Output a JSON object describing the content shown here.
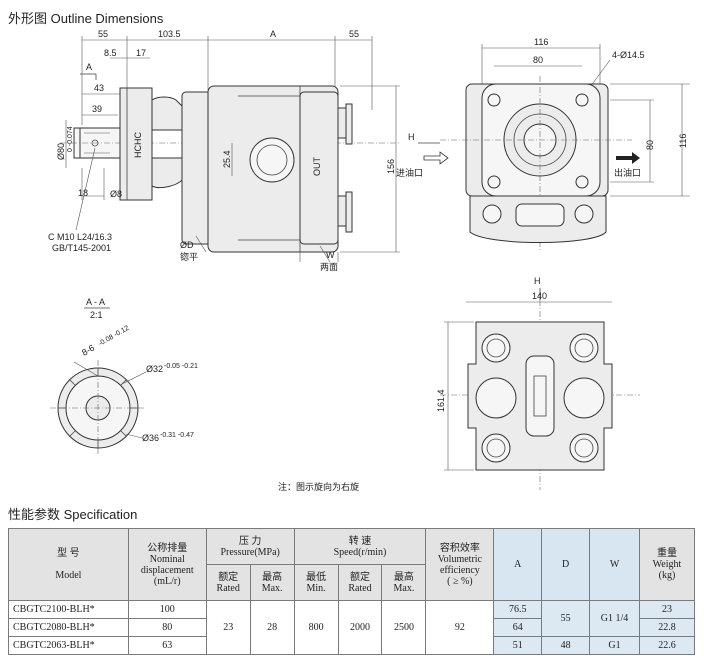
{
  "headings": {
    "outline": "外形图   Outline Dimensions",
    "spec": "性能参数   Specification"
  },
  "drawing": {
    "front_dims": {
      "d55": "55",
      "d103_5": "103.5",
      "dA": "A",
      "d55b": "55",
      "d8_5": "8.5",
      "d17": "17",
      "dA_small": "A",
      "d43": "43",
      "d39": "39",
      "d18": "18",
      "d8": "Ø8",
      "d80": "Ø80",
      "d80_tol": "0 -0.074",
      "d25_4": "25.4",
      "d156": "156",
      "hchc": "HCHC",
      "out": "OUT",
      "thread": "C M10 L24/16.3",
      "thread_std": "GB/T145-2001",
      "phiD": "ØD",
      "phiD_note": "锪平",
      "W": "W",
      "W_note": "两面"
    },
    "side_dims": {
      "d116": "116",
      "d80": "80",
      "holes": "4-Ø14.5",
      "d80v": "80",
      "d116v": "116",
      "H": "H",
      "inlet": "进油口",
      "outlet": "出油口"
    },
    "bottom_dims": {
      "H": "H",
      "d140": "140",
      "d161_4": "161.4",
      "note": "注：图示旋向为右旋"
    },
    "section": {
      "title": "A - A",
      "scale": "2:1",
      "spline": "8-6",
      "spline_tol": "-0.08 -0.12",
      "d32": "Ø32",
      "d32_tol": "-0.05 -0.21",
      "d36": "Ø36",
      "d36_tol": "-0.31 -0.47"
    }
  },
  "spec_table": {
    "headers": {
      "model_cn": "型    号",
      "model_en": "Model",
      "disp_cn": "公称排量",
      "disp_en1": "Nominal",
      "disp_en2": "displacement",
      "disp_unit": "(mL/r)",
      "pressure_cn": "压    力",
      "pressure_en": "Pressure(MPa)",
      "rated_cn": "额定",
      "rated_en": "Rated",
      "max_cn": "最高",
      "max_en": "Max.",
      "speed_cn": "转    速",
      "speed_en": "Speed(r/min)",
      "min_cn": "最低",
      "min_en": "Min.",
      "srated_cn": "额定",
      "srated_en": "Rated",
      "smax_cn": "最高",
      "smax_en": "Max.",
      "eff_cn": "容积效率",
      "eff_en1": "Volumetric",
      "eff_en2": "efficiency",
      "eff_unit": "( ≥ %)",
      "A": "A",
      "D": "D",
      "W": "W",
      "weight_cn": "重量",
      "weight_en": "Weight",
      "weight_unit": "(kg)"
    },
    "rows": [
      {
        "model": "CBGTC2100-BLH*",
        "disp": "100",
        "A": "76.5",
        "weight": "23"
      },
      {
        "model": "CBGTC2080-BLH*",
        "disp": "80",
        "A": "64",
        "weight": "22.8"
      },
      {
        "model": "CBGTC2063-BLH*",
        "disp": "63",
        "A": "51",
        "D": "48",
        "W": "G1",
        "weight": "22.6"
      }
    ],
    "merged": {
      "pressure_rated": "23",
      "pressure_max": "28",
      "speed_min": "800",
      "speed_rated": "2000",
      "speed_max": "2500",
      "efficiency": "92",
      "D_top": "55",
      "W_top": "G1 1/4"
    }
  }
}
